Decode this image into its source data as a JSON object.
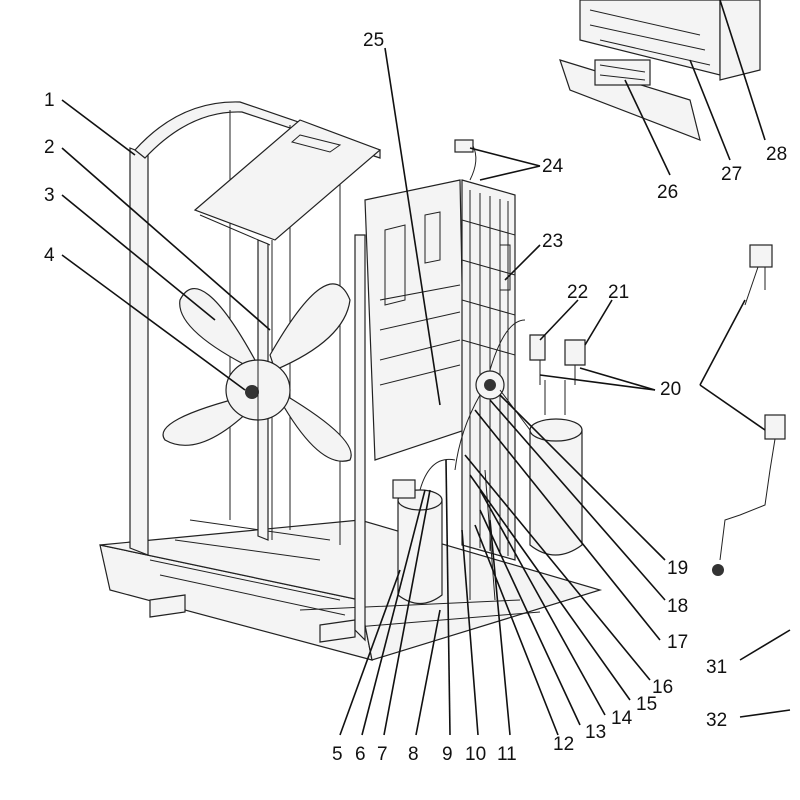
{
  "diagram": {
    "callouts": [
      "1",
      "2",
      "3",
      "4",
      "5",
      "6",
      "7",
      "8",
      "9",
      "10",
      "11",
      "12",
      "13",
      "14",
      "15",
      "16",
      "17",
      "18",
      "19",
      "20",
      "21",
      "22",
      "23",
      "24",
      "25",
      "26",
      "27",
      "28",
      "31",
      "32"
    ]
  }
}
